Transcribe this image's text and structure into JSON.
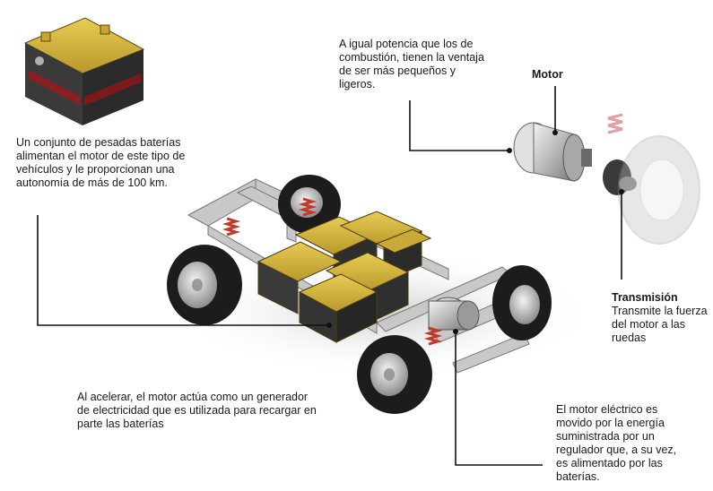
{
  "annotations": {
    "battery_text": "Un conjunto de pesadas baterías alimentan el motor de este tipo de vehículos y le proporcionan una autonomía de más de 100 km.",
    "motor_text": "A igual potencia que los de combustión, tienen la ventaja de ser más pequeños y ligeros.",
    "motor_title": "Motor",
    "transmission_title": "Transmisión",
    "transmission_text": "Transmite la fuerza del motor a las ruedas",
    "regen_text": "Al acelerar, el motor actúa como un generador de electricidad que es utilizada para recargar en parte las baterías",
    "motor_supply_text": "El motor eléctrico es movido por la energía suministrada por un regulador que, a su vez, es alimentado por las baterías."
  },
  "colors": {
    "battery_body": "#d9b93a",
    "battery_dark": "#2a2a2a",
    "chassis": "#bfbfbf",
    "tire": "#1c1c1c",
    "spring": "#c0392b",
    "leader_line": "#111111"
  }
}
